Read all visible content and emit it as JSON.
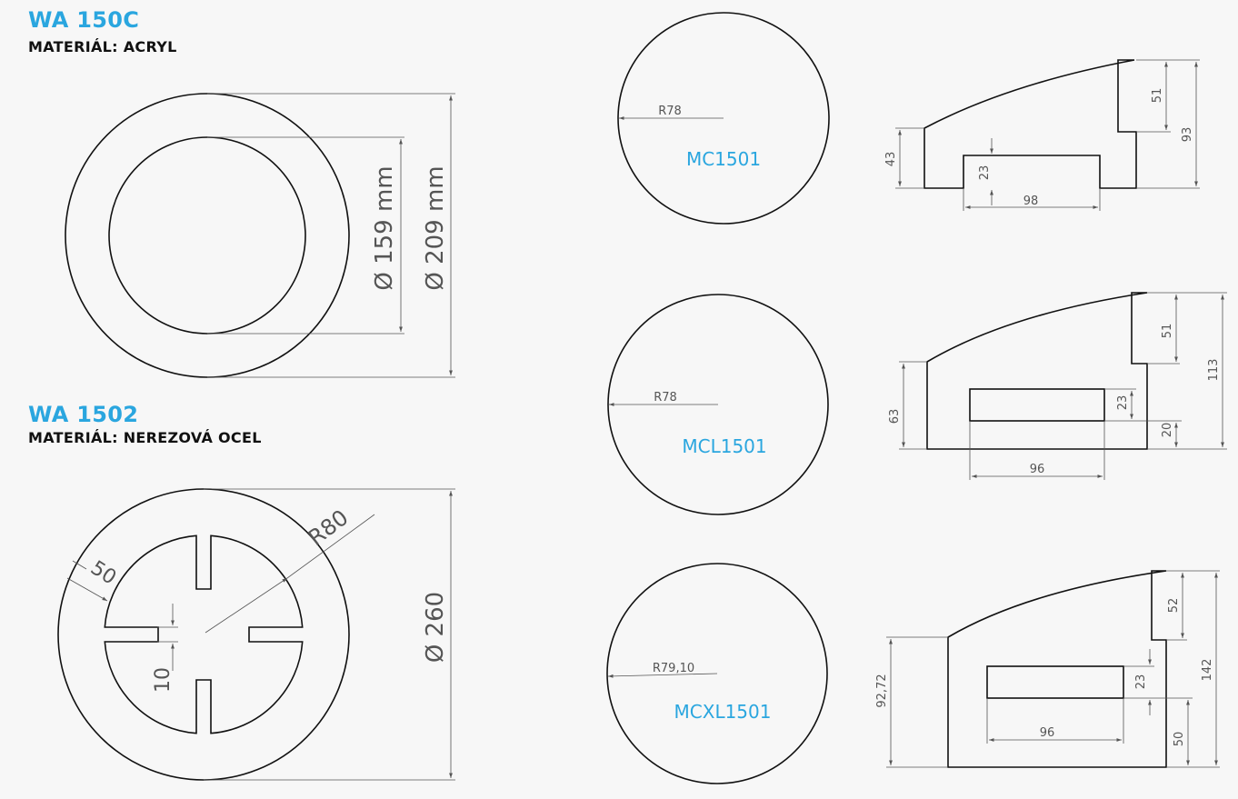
{
  "products": [
    {
      "title": "WA 150C",
      "material": "MATERIÁL: ACRYL"
    },
    {
      "title": "WA 1502",
      "material": "MATERIÁL: NEREZOVÁ OCEL"
    }
  ],
  "dims": {
    "wa150c_inner": "Ø 159 mm",
    "wa150c_outer": "Ø 209 mm",
    "wa1502_radius": "R80",
    "wa1502_width": "50",
    "wa1502_slot": "10",
    "wa1502_outer": "Ø 260"
  },
  "models": [
    {
      "name": "MC1501",
      "radius": "R78",
      "h_left": "43",
      "h_step": "51",
      "h_total": "93",
      "slot_h": "23",
      "slot_w": "98"
    },
    {
      "name": "MCL1501",
      "radius": "R78",
      "h_left": "63",
      "h_step": "51",
      "h_total": "113",
      "slot_h": "23",
      "slot_bottom": "20",
      "slot_w": "96"
    },
    {
      "name": "MCXL1501",
      "radius": "R79,10",
      "h_left": "92,72",
      "h_step": "52",
      "h_total": "142",
      "slot_h": "23",
      "slot_bottom": "50",
      "slot_w": "96"
    }
  ]
}
